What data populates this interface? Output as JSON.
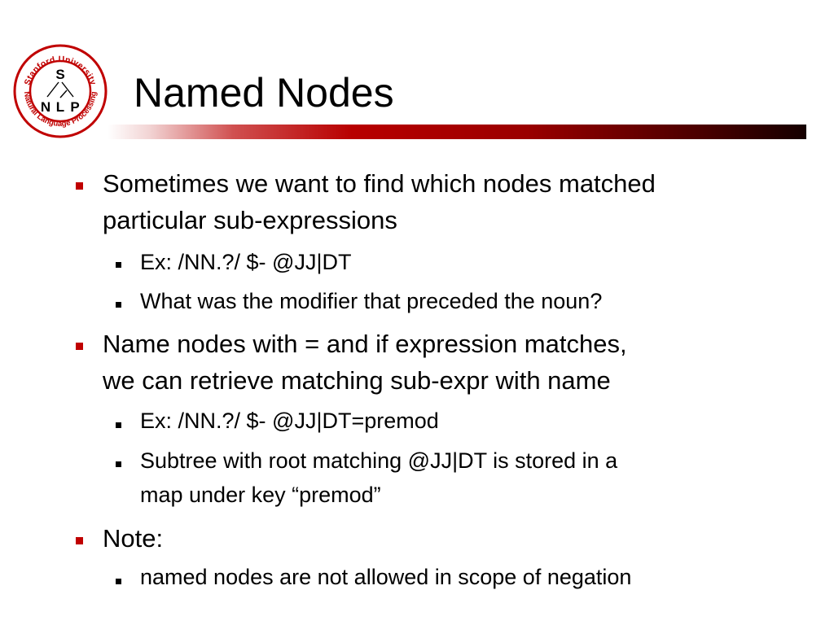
{
  "logo": {
    "ring_text": "Stanford University · Natural Language Processing",
    "top_text": "Stanford University",
    "bottom_text": "Natural Language Processing",
    "letters": [
      "S",
      "N",
      "L",
      "P"
    ],
    "color": "#c00000"
  },
  "title": "Named Nodes",
  "colors": {
    "bullet_level1": "#c00000",
    "bullet_level2": "#000000",
    "accent_bar": "#9a0000"
  },
  "bullets": [
    {
      "lines": [
        "Sometimes we want to find which nodes matched",
        "particular sub-expressions"
      ]
    },
    {
      "lines": [
        "Ex: /NN.?/ $- @JJ|DT"
      ]
    },
    {
      "lines": [
        "What was the modifier that preceded the noun?"
      ]
    },
    {
      "lines": [
        "Name nodes with = and if expression matches,",
        "we can retrieve matching sub-expr with name"
      ]
    },
    {
      "lines": [
        "Ex: /NN.?/ $- @JJ|DT=premod"
      ]
    },
    {
      "lines": [
        "Subtree with root matching @JJ|DT is stored in a",
        "map under key “premod”"
      ]
    },
    {
      "lines": [
        "Note:"
      ]
    },
    {
      "lines": [
        "named nodes are not allowed in scope of negation"
      ]
    }
  ]
}
